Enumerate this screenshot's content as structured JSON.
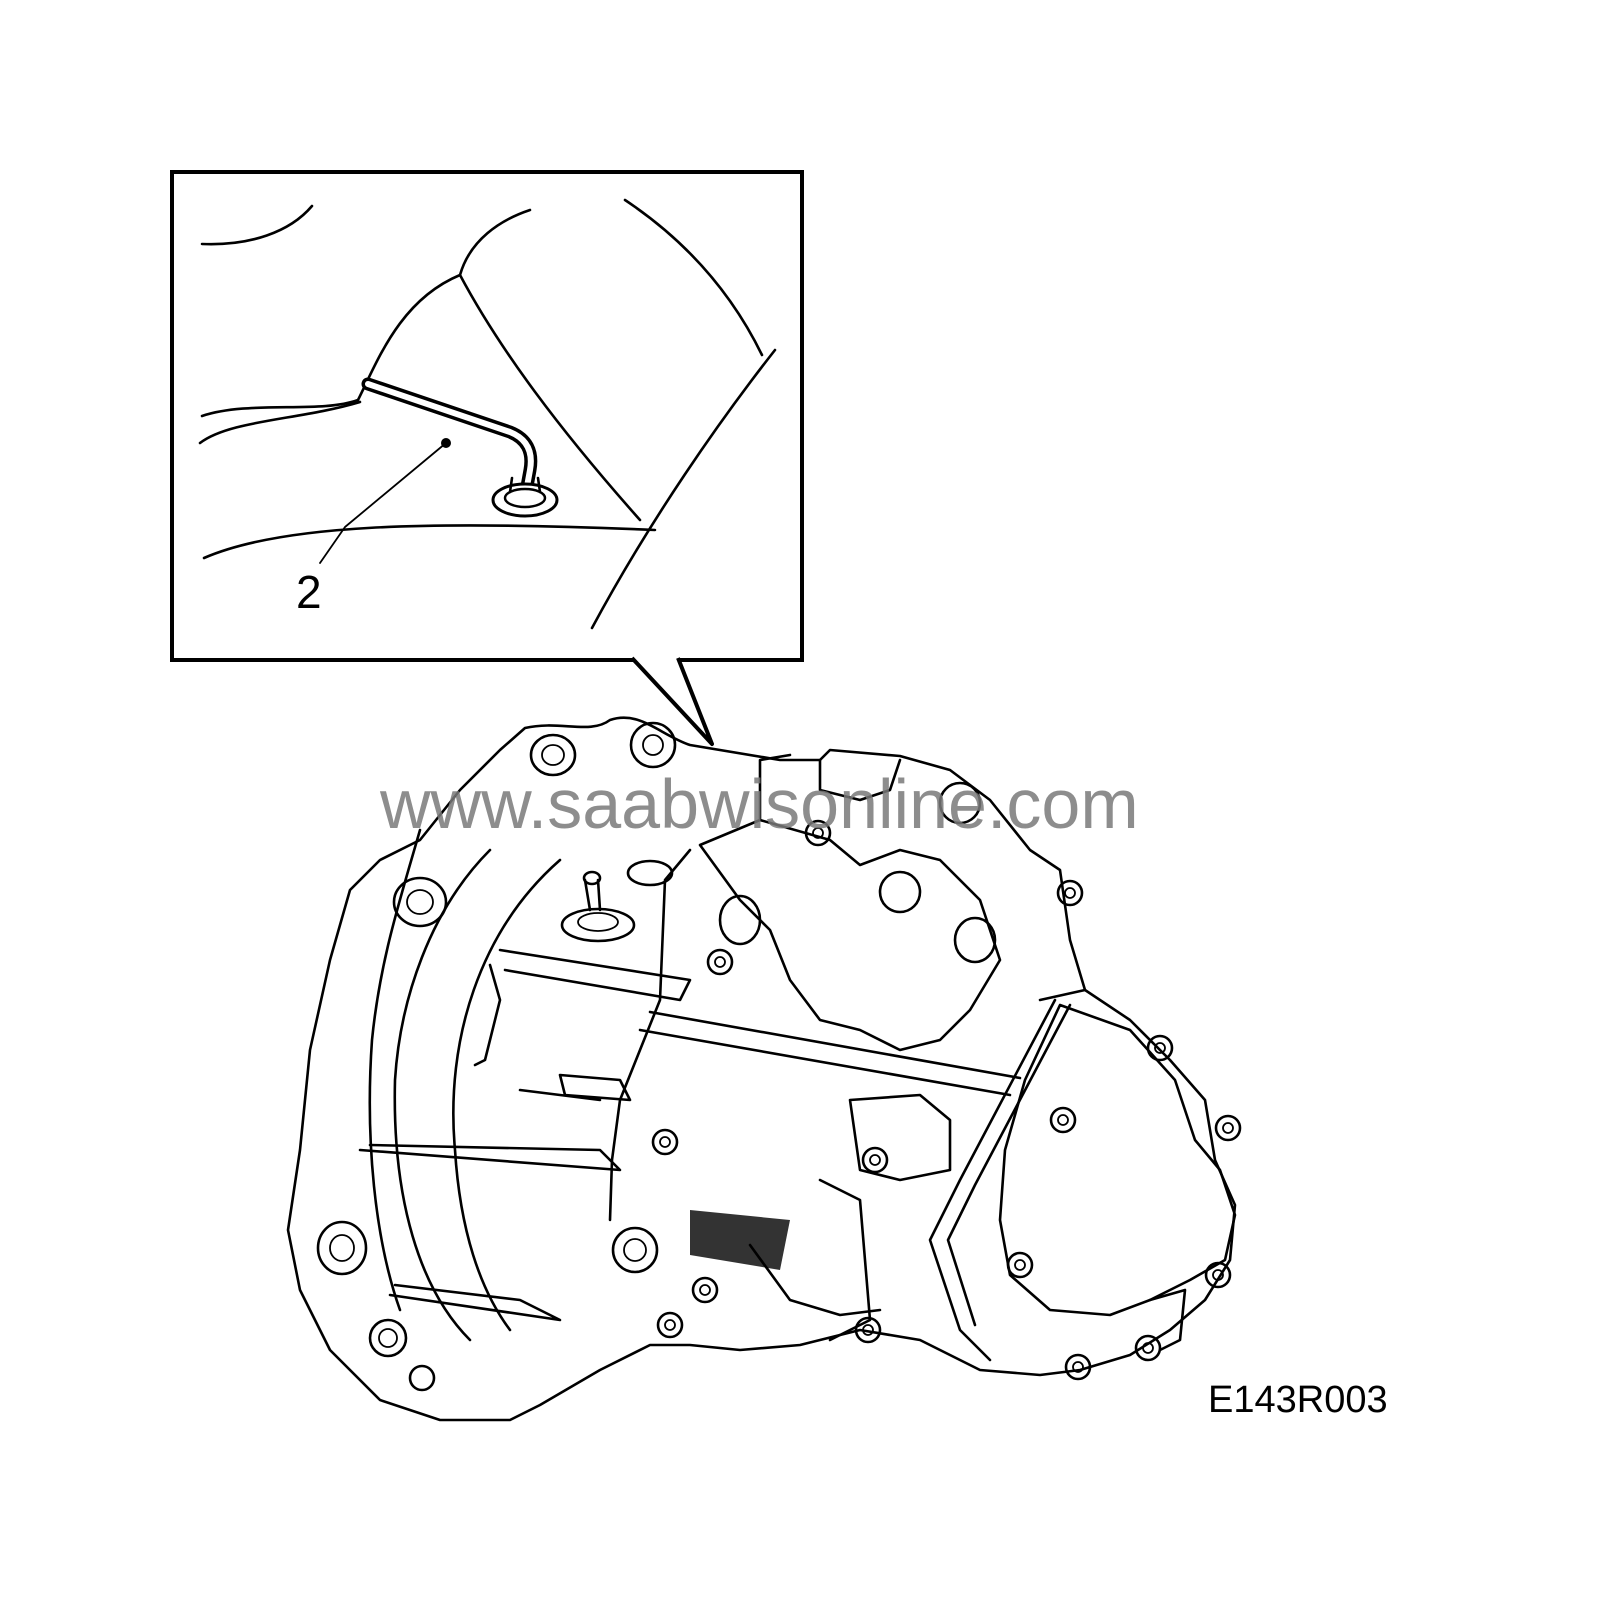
{
  "figure": {
    "callout_label": "2",
    "figure_code": "E143R003",
    "watermark": "www.saabwisonline.com"
  },
  "colors": {
    "line": "#000000",
    "background": "#ffffff",
    "watermark": "#7a7a7a"
  }
}
